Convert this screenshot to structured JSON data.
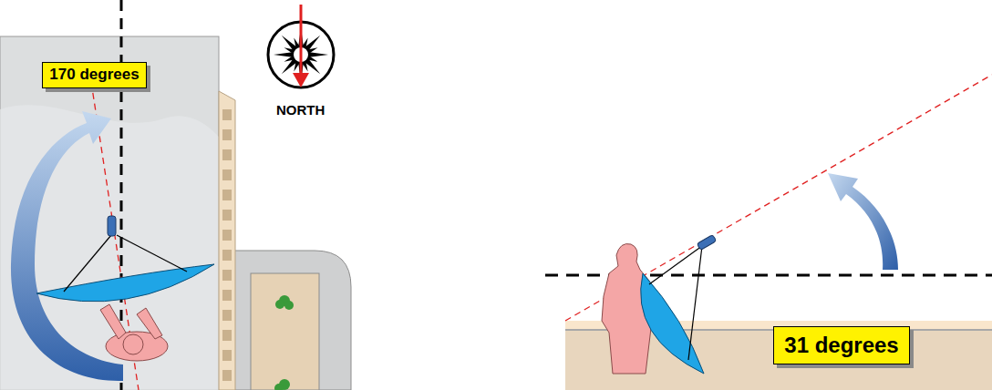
{
  "diagram": {
    "nodes": [
      {
        "text": [
          "170 degrees"
        ]
      },
      {
        "text": [
          "31 degrees"
        ]
      }
    ],
    "labels": [
      "NORTH"
    ]
  }
}
